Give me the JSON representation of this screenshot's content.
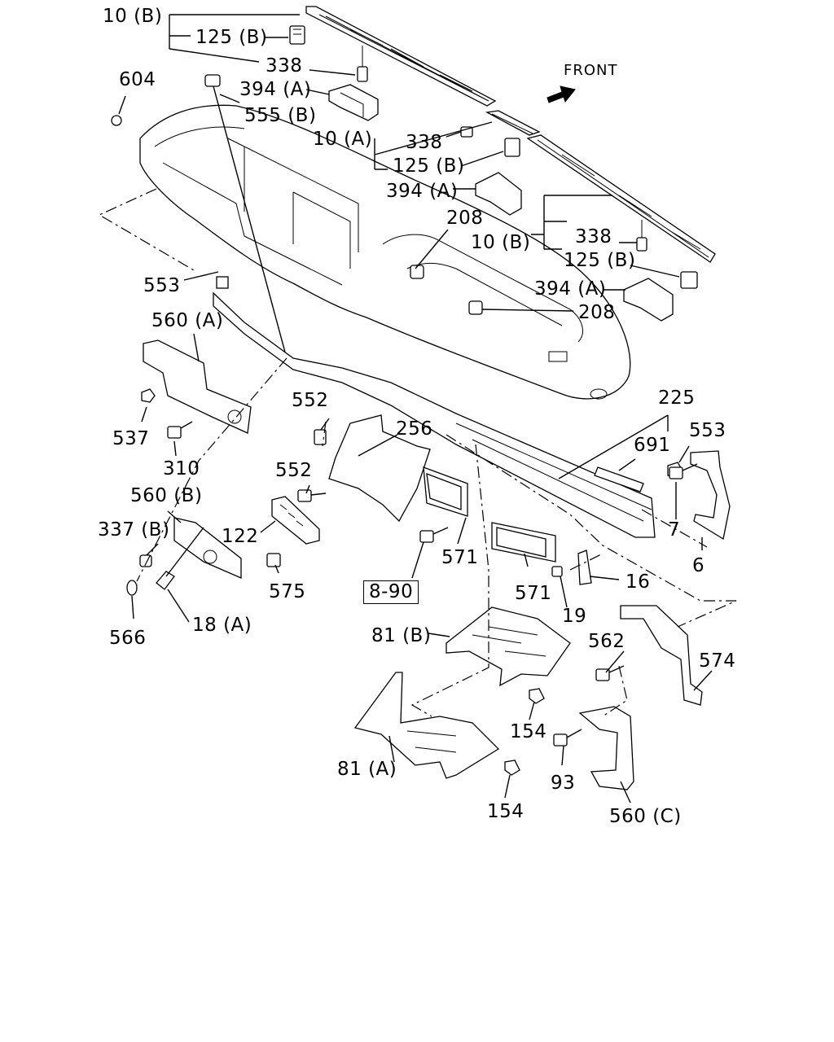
{
  "diagram": {
    "orientation_label": "FRONT",
    "reference_box": "8-90",
    "labels": {
      "p10b_top": "10 (B)",
      "p125b_top": "125 (B)",
      "p338_top": "338",
      "p604": "604",
      "p394a_top": "394 (A)",
      "p555b": "555 (B)",
      "p10a": "10 (A)",
      "p338_mid": "338",
      "p125b_mid": "125 (B)",
      "p394a_mid": "394 (A)",
      "p208_top": "208",
      "p10b_right": "10 (B)",
      "p338_right": "338",
      "p125b_right": "125 (B)",
      "p394a_right": "394 (A)",
      "p208_right": "208",
      "p553_left": "553",
      "p560a": "560 (A)",
      "p537": "537",
      "p310": "310",
      "p552_top": "552",
      "p256": "256",
      "p225": "225",
      "p691": "691",
      "p553_right": "553",
      "p552_mid": "552",
      "p560b": "560 (B)",
      "p337b": "337 (B)",
      "p122": "122",
      "p7": "7",
      "p6": "6",
      "p571_a": "571",
      "p575": "575",
      "p571_b": "571",
      "p16": "16",
      "p566": "566",
      "p18a": "18 (A)",
      "p19": "19",
      "p81b": "81 (B)",
      "p562": "562",
      "p574": "574",
      "p154_a": "154",
      "p93": "93",
      "p81a": "81 (A)",
      "p154_b": "154",
      "p560c": "560 (C)"
    }
  }
}
